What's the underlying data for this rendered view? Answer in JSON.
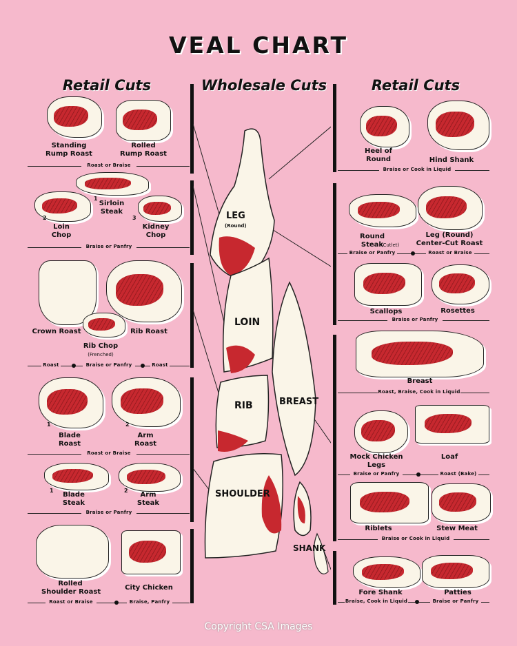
{
  "title": "VEAL CHART",
  "headers": {
    "retail_left": "Retail Cuts",
    "wholesale": "Wholesale Cuts",
    "retail_right": "Retail Cuts"
  },
  "wholesale": {
    "leg": "LEG",
    "leg_sub": "(Round)",
    "loin": "LOIN",
    "rib": "RIB",
    "breast": "BREAST",
    "shoulder": "SHOULDER",
    "shank": "SHANK"
  },
  "left": {
    "standing_rump": "Standing\nRump Roast",
    "rolled_rump": "Rolled\nRump Roast",
    "cook1": "Roast or Braise",
    "sirloin": "Sirloin\nSteak",
    "loin_chop": "Loin\nChop",
    "kidney_chop": "Kidney\nChop",
    "cook2": "Braise or Panfry",
    "crown_roast": "Crown Roast",
    "rib_chop": "Rib Chop",
    "frenched": "(Frenched)",
    "rib_roast": "Rib Roast",
    "cook3a": "Roast",
    "cook3b": "Braise or Panfry",
    "cook3c": "Roast",
    "blade_roast": "Blade\nRoast",
    "arm_roast": "Arm\nRoast",
    "cook4": "Roast or Braise",
    "blade_steak": "Blade\nSteak",
    "arm_steak": "Arm\nSteak",
    "cook5": "Braise or Panfry",
    "rolled_shoulder": "Rolled\nShoulder Roast",
    "city_chicken": "City Chicken",
    "cook6a": "Roast or Braise",
    "cook6b": "Braise, Panfry"
  },
  "right": {
    "heel_round": "Heel of\nRound",
    "hind_shank": "Hind Shank",
    "cook1": "Braise or Cook in Liquid",
    "round_steak": "Round\nSteak",
    "cutlet": "(Cutlet)",
    "leg_roast": "Leg (Round)\nCenter-Cut Roast",
    "cook2a": "Braise or Panfry",
    "cook2b": "Roast or Braise",
    "scallops": "Scallops",
    "rosettes": "Rosettes",
    "cook3": "Braise or Panfry",
    "breast": "Breast",
    "cook4": "Roast, Braise, Cook in Liquid",
    "mock_chicken": "Mock Chicken\nLegs",
    "loaf": "Loaf",
    "cook5a": "Braise or Panfry",
    "cook5b": "Roast (Bake)",
    "riblets": "Riblets",
    "stew_meat": "Stew Meat",
    "cook6": "Braise or Cook in Liquid",
    "fore_shank": "Fore Shank",
    "patties": "Patties",
    "cook7a": "Braise, Cook in Liquid",
    "cook7b": "Braise or Panfry"
  },
  "numbers": {
    "n1": "1",
    "n2": "2",
    "n3": "3"
  },
  "copyright": "Copyright CSA Images",
  "colors": {
    "background": "#f6b9cc",
    "meat": "#c7282f",
    "fat": "#faf5e8",
    "ink": "#111111"
  }
}
